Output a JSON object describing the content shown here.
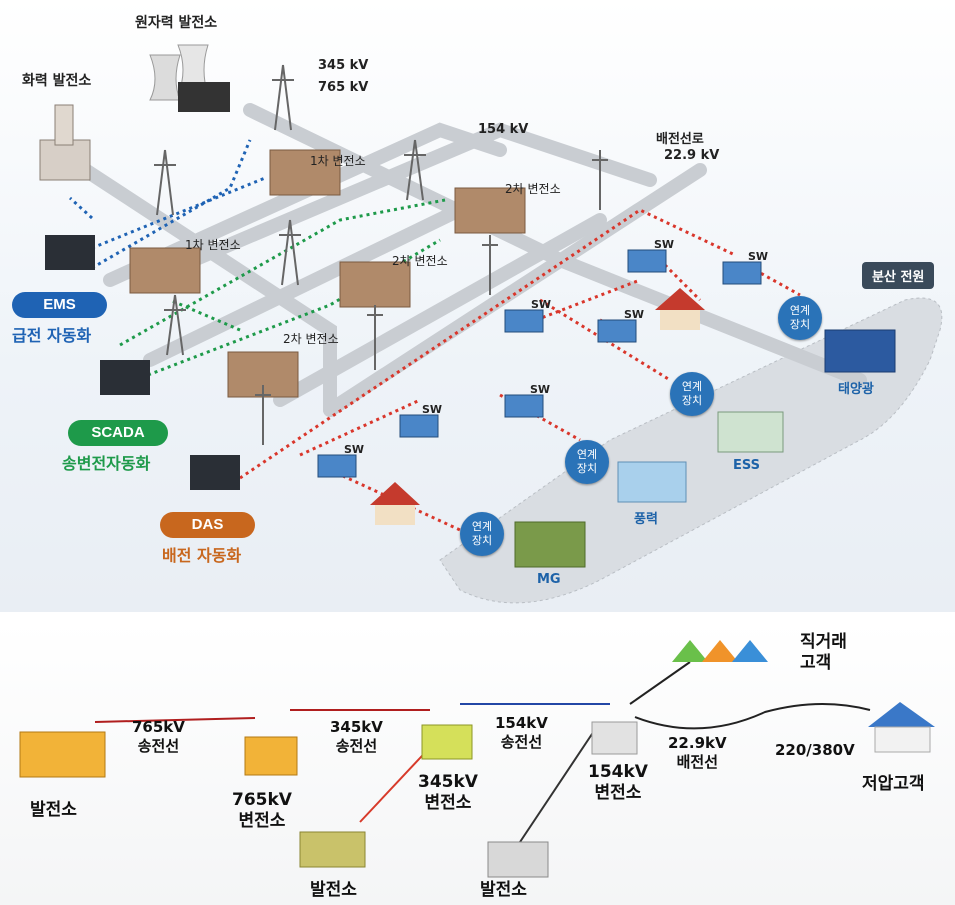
{
  "top": {
    "nuclear": "원자력 발전소",
    "thermal": "화력 발전소",
    "kv_345": "345 kV",
    "kv_765": "765 kV",
    "kv_154": "154 kV",
    "dist_line": "배전선로",
    "kv_229": "22.9 kV",
    "sub1_a": "1차 변전소",
    "sub1_b": "1차 변전소",
    "sub2_a": "2차 변전소",
    "sub2_b": "2차 변전소",
    "sub2_c": "2차 변전소",
    "sw": "SW",
    "link_line1": "연계",
    "link_line2": "장치",
    "dist_power": "분산 전원",
    "solar": "태양광",
    "ess": "ESS",
    "wind": "풍력",
    "mg": "MG",
    "ems": "EMS",
    "ems_sub": "급전 자동화",
    "scada": "SCADA",
    "scada_sub": "송변전자동화",
    "das": "DAS",
    "das_sub": "배전 자동화",
    "colors": {
      "ems": "#1f63b4",
      "scada": "#1e9a4a",
      "das": "#c8671e"
    }
  },
  "bottom": {
    "plant_left": "발전소",
    "line765a": "765kV",
    "line765b": "송전선",
    "sub765a": "765kV",
    "sub765b": "변전소",
    "line345a": "345kV",
    "line345b": "송전선",
    "sub345a": "345kV",
    "sub345b": "변전소",
    "line154a": "154kV",
    "line154b": "송전선",
    "sub154a": "154kV",
    "sub154b": "변전소",
    "plant_mid1": "발전소",
    "plant_mid2": "발전소",
    "dist229a": "22.9kV",
    "dist229b": "배전선",
    "low_v": "220/380V",
    "direct_a": "직거래",
    "direct_b": "고객",
    "low_cust": "저압고객"
  }
}
